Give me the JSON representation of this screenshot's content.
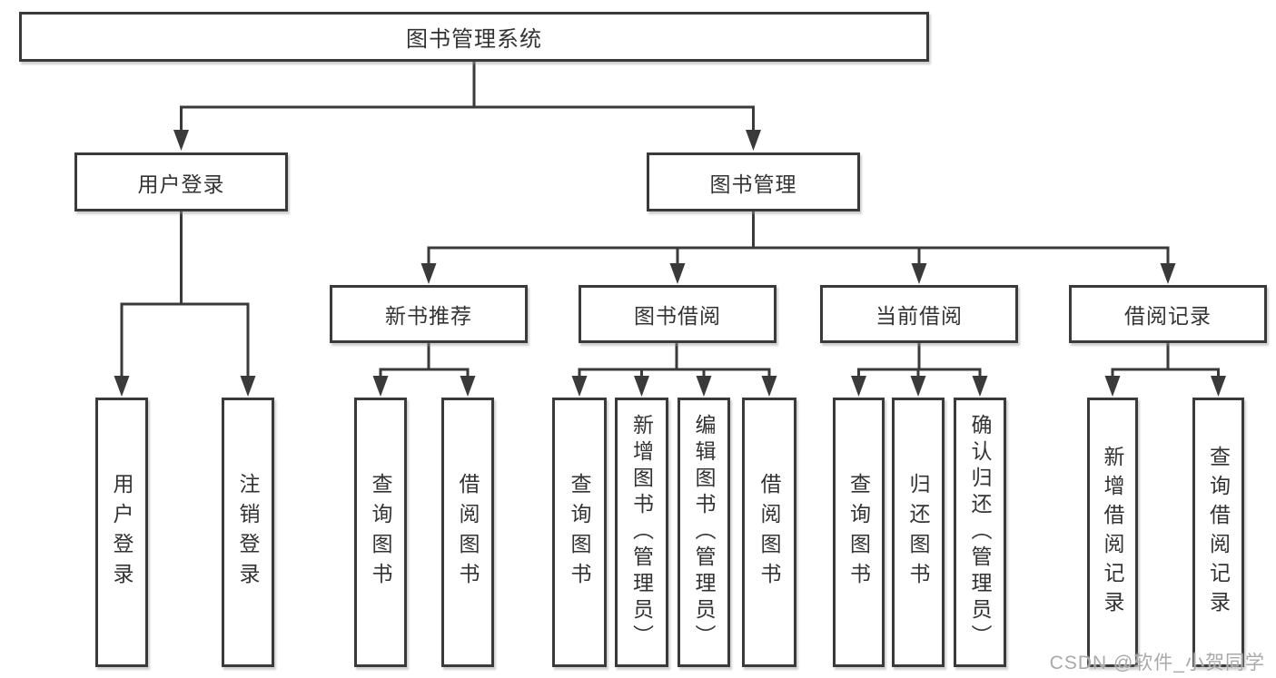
{
  "diagram": {
    "root": {
      "label": "图书管理系统"
    },
    "level2": [
      {
        "label": "用户登录"
      },
      {
        "label": "图书管理"
      }
    ],
    "level3": [
      {
        "label": "新书推荐"
      },
      {
        "label": "图书借阅"
      },
      {
        "label": "当前借阅"
      },
      {
        "label": "借阅记录"
      }
    ],
    "leaves": [
      {
        "label": "用户登录"
      },
      {
        "label": "注销登录"
      },
      {
        "label": "查询图书"
      },
      {
        "label": "借阅图书"
      },
      {
        "label": "查询图书"
      },
      {
        "label": "新增图书（管理员）"
      },
      {
        "label": "编辑图书（管理员）"
      },
      {
        "label": "借阅图书"
      },
      {
        "label": "查询图书"
      },
      {
        "label": "归还图书"
      },
      {
        "label": "确认归还（管理员）"
      },
      {
        "label": "新增借阅记录"
      },
      {
        "label": "查询借阅记录"
      }
    ],
    "watermark": "CSDN @软件_小贺同学",
    "colors": {
      "line": "#3a3a3a",
      "text": "#333333",
      "watermark": "#a9a9a9",
      "background": "#ffffff"
    }
  }
}
